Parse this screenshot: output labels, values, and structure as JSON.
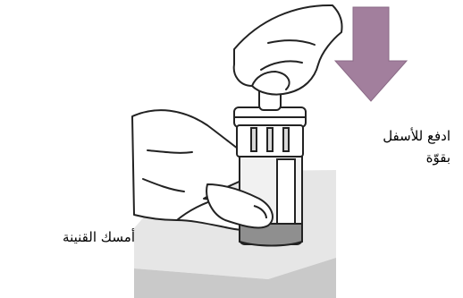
{
  "instructions": {
    "push_down_line1": "ادفع للأسفل",
    "push_down_line2": "بقوّة",
    "hold_vial": "أمسك القنينة"
  },
  "colors": {
    "arrow_fill": "#a27f9d",
    "table_top": "#e6e6e6",
    "table_side": "#c7c7c7",
    "skin": "#ffffff",
    "outline": "#222222",
    "vial_glass": "#f1f1f1",
    "vial_label": "#ffffff",
    "vial_dark": "#8f8f8f"
  }
}
